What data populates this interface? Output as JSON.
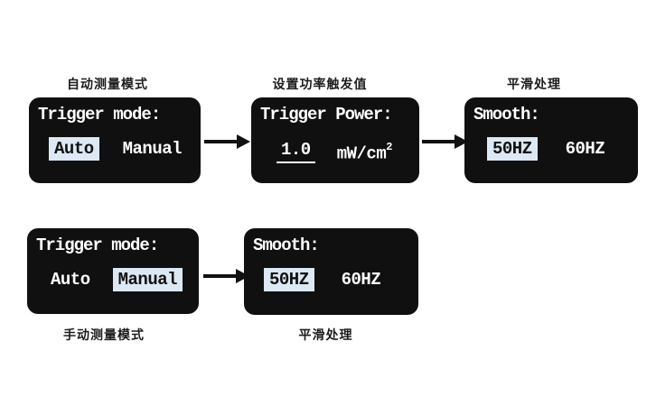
{
  "page": {
    "background": "#ffffff"
  },
  "colors": {
    "screen_background": "#101010",
    "screen_text": "#ffffff",
    "highlight_background": "#dce8f3",
    "highlight_text": "#101010",
    "caption_text": "#1c1c1c",
    "arrow": "#111111"
  },
  "flows": [
    {
      "name": "automatic-measurement-flow",
      "screens": [
        {
          "caption": "自动测量模式",
          "caption_position": "above",
          "title": "Trigger mode:",
          "options": [
            {
              "text": "Auto",
              "selected": true
            },
            {
              "text": "Manual",
              "selected": false
            }
          ]
        },
        {
          "caption": "设置功率触发值",
          "caption_position": "above",
          "title": "Trigger Power:",
          "value": "1.0",
          "unit": "mW/cm",
          "unit_superscript": "2"
        },
        {
          "caption": "平滑处理",
          "caption_position": "above",
          "title": "Smooth:",
          "options": [
            {
              "text": "50HZ",
              "selected": true
            },
            {
              "text": "60HZ",
              "selected": false
            }
          ]
        }
      ]
    },
    {
      "name": "manual-measurement-flow",
      "screens": [
        {
          "caption": "手动测量模式",
          "caption_position": "below",
          "title": "Trigger mode:",
          "options": [
            {
              "text": "Auto",
              "selected": false
            },
            {
              "text": "Manual",
              "selected": true
            }
          ]
        },
        {
          "caption": "平滑处理",
          "caption_position": "below",
          "title": "Smooth:",
          "options": [
            {
              "text": "50HZ",
              "selected": true
            },
            {
              "text": "60HZ",
              "selected": false
            }
          ]
        }
      ]
    }
  ]
}
